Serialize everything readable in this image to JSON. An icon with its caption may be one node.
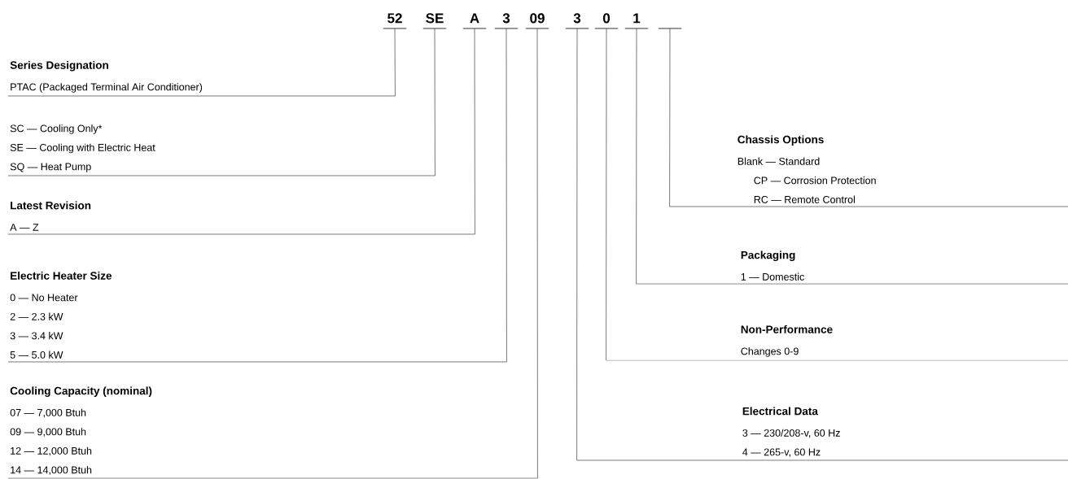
{
  "diagram": {
    "nodes": [
      {
        "text": [
          "52"
        ]
      },
      {
        "text": [
          "SE"
        ]
      },
      {
        "text": [
          "A"
        ]
      },
      {
        "text": [
          "3"
        ]
      },
      {
        "text": [
          "09"
        ]
      },
      {
        "text": [
          "3"
        ]
      },
      {
        "text": [
          "0"
        ]
      },
      {
        "text": [
          "1"
        ]
      },
      {
        "text": [],
        "shape": "bar"
      },
      {
        "text": [
          "Series Designation",
          "PTAC (Packaged Terminal Air Conditioner)"
        ]
      },
      {
        "text": [
          "SC — Cooling Only*",
          "SE — Cooling with Electric Heat",
          "SQ — Heat Pump"
        ]
      },
      {
        "text": [
          "Latest Revision",
          "A — Z"
        ]
      },
      {
        "text": [
          "Electric Heater Size",
          "0 — No Heater",
          "2 — 2.3 kW",
          "3 — 3.4 kW",
          "5 — 5.0 kW"
        ]
      },
      {
        "text": [
          "Cooling Capacity (nominal)",
          "07 — 7,000 Btuh",
          "09 — 9,000 Btuh",
          "12 — 12,000 Btuh",
          "14 — 14,000 Btuh"
        ]
      },
      {
        "text": [
          "Chassis Options",
          "Blank — Standard",
          "CP — Corrosion Protection",
          "RC — Remote Control"
        ]
      },
      {
        "text": [
          "Packaging",
          "1 — Domestic"
        ]
      },
      {
        "text": [
          "Non-Performance",
          "Changes 0-9"
        ]
      },
      {
        "text": [
          "Electrical Data",
          "3 — 230/208-v, 60 Hz",
          "4 — 265-v, 60 Hz"
        ]
      }
    ],
    "edges": [
      {
        "from": 0,
        "to": 9,
        "arrow": "none"
      },
      {
        "from": 1,
        "to": 10,
        "arrow": "none"
      },
      {
        "from": 2,
        "to": 11,
        "arrow": "none"
      },
      {
        "from": 3,
        "to": 12,
        "arrow": "none"
      },
      {
        "from": 4,
        "to": 13,
        "arrow": "none"
      },
      {
        "from": 5,
        "to": 17,
        "arrow": "none"
      },
      {
        "from": 6,
        "to": 16,
        "arrow": "none"
      },
      {
        "from": 7,
        "to": 15,
        "arrow": "none"
      },
      {
        "from": 8,
        "to": 14,
        "arrow": "none"
      }
    ]
  }
}
